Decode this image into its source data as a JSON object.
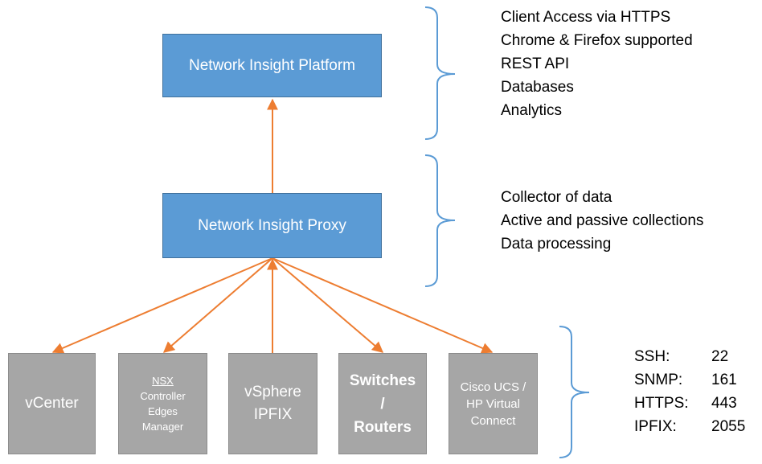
{
  "nodes": {
    "platform": "Network Insight Platform",
    "proxy": "Network Insight Proxy",
    "sources": {
      "vcenter": [
        "vCenter"
      ],
      "nsx": [
        "NSX",
        "Controller",
        "Edges",
        "Manager"
      ],
      "vsphere": [
        "vSphere",
        "IPFIX"
      ],
      "switches": [
        "Switches",
        "/",
        "Routers"
      ],
      "cisco": [
        "Cisco UCS /",
        "HP Virtual",
        "Connect"
      ]
    }
  },
  "platform_features": [
    "Client Access via HTTPS",
    "Chrome & Firefox supported",
    "REST API",
    "Databases",
    "Analytics"
  ],
  "proxy_features": [
    "Collector of data",
    "Active and passive collections",
    "Data processing"
  ],
  "ports": [
    {
      "protocol": "SSH:",
      "port": "22"
    },
    {
      "protocol": "SNMP:",
      "port": "161"
    },
    {
      "protocol": "HTTPS:",
      "port": "443"
    },
    {
      "protocol": "IPFIX:",
      "port": "2055"
    }
  ],
  "colors": {
    "box_blue": "#5b9bd5",
    "box_gray": "#a6a6a6",
    "arrow": "#ed7d31",
    "brace": "#5b9bd5"
  }
}
